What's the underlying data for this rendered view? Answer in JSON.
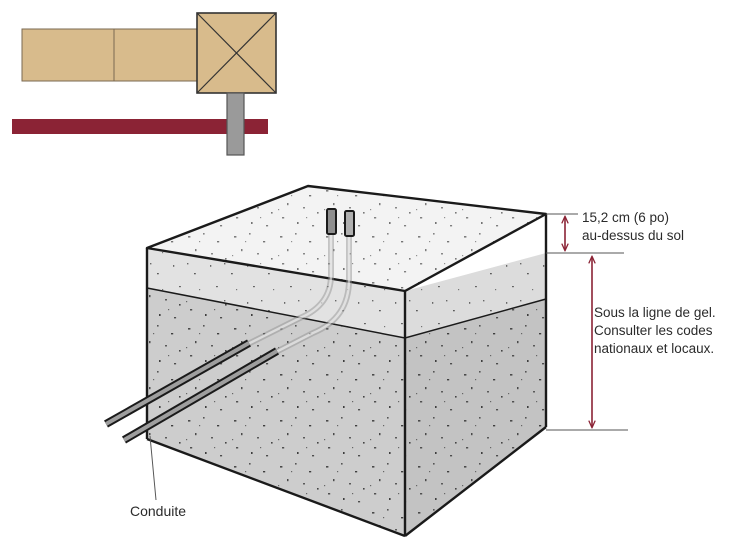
{
  "labels": {
    "above_ground": [
      "15,2 cm (6 po)",
      "au-dessus du sol"
    ],
    "frost_line": [
      "Sous la ligne de gel.",
      "Consulter les codes",
      "nationaux et locaux."
    ],
    "conduit": "Conduite"
  },
  "colors": {
    "wood": "#D8BB8C",
    "wood_outline": "#7A6A52",
    "rail": "#8B2335",
    "post": "#9A9A9A",
    "concrete_top": "#F3F3F3",
    "concrete_band": "#E6E6E6",
    "concrete_front": "#CDCDCD",
    "concrete_side": "#C3C3C3",
    "arrow": "#8B2335",
    "outline": "#1A1A1A",
    "text": "#2B2B2B"
  }
}
